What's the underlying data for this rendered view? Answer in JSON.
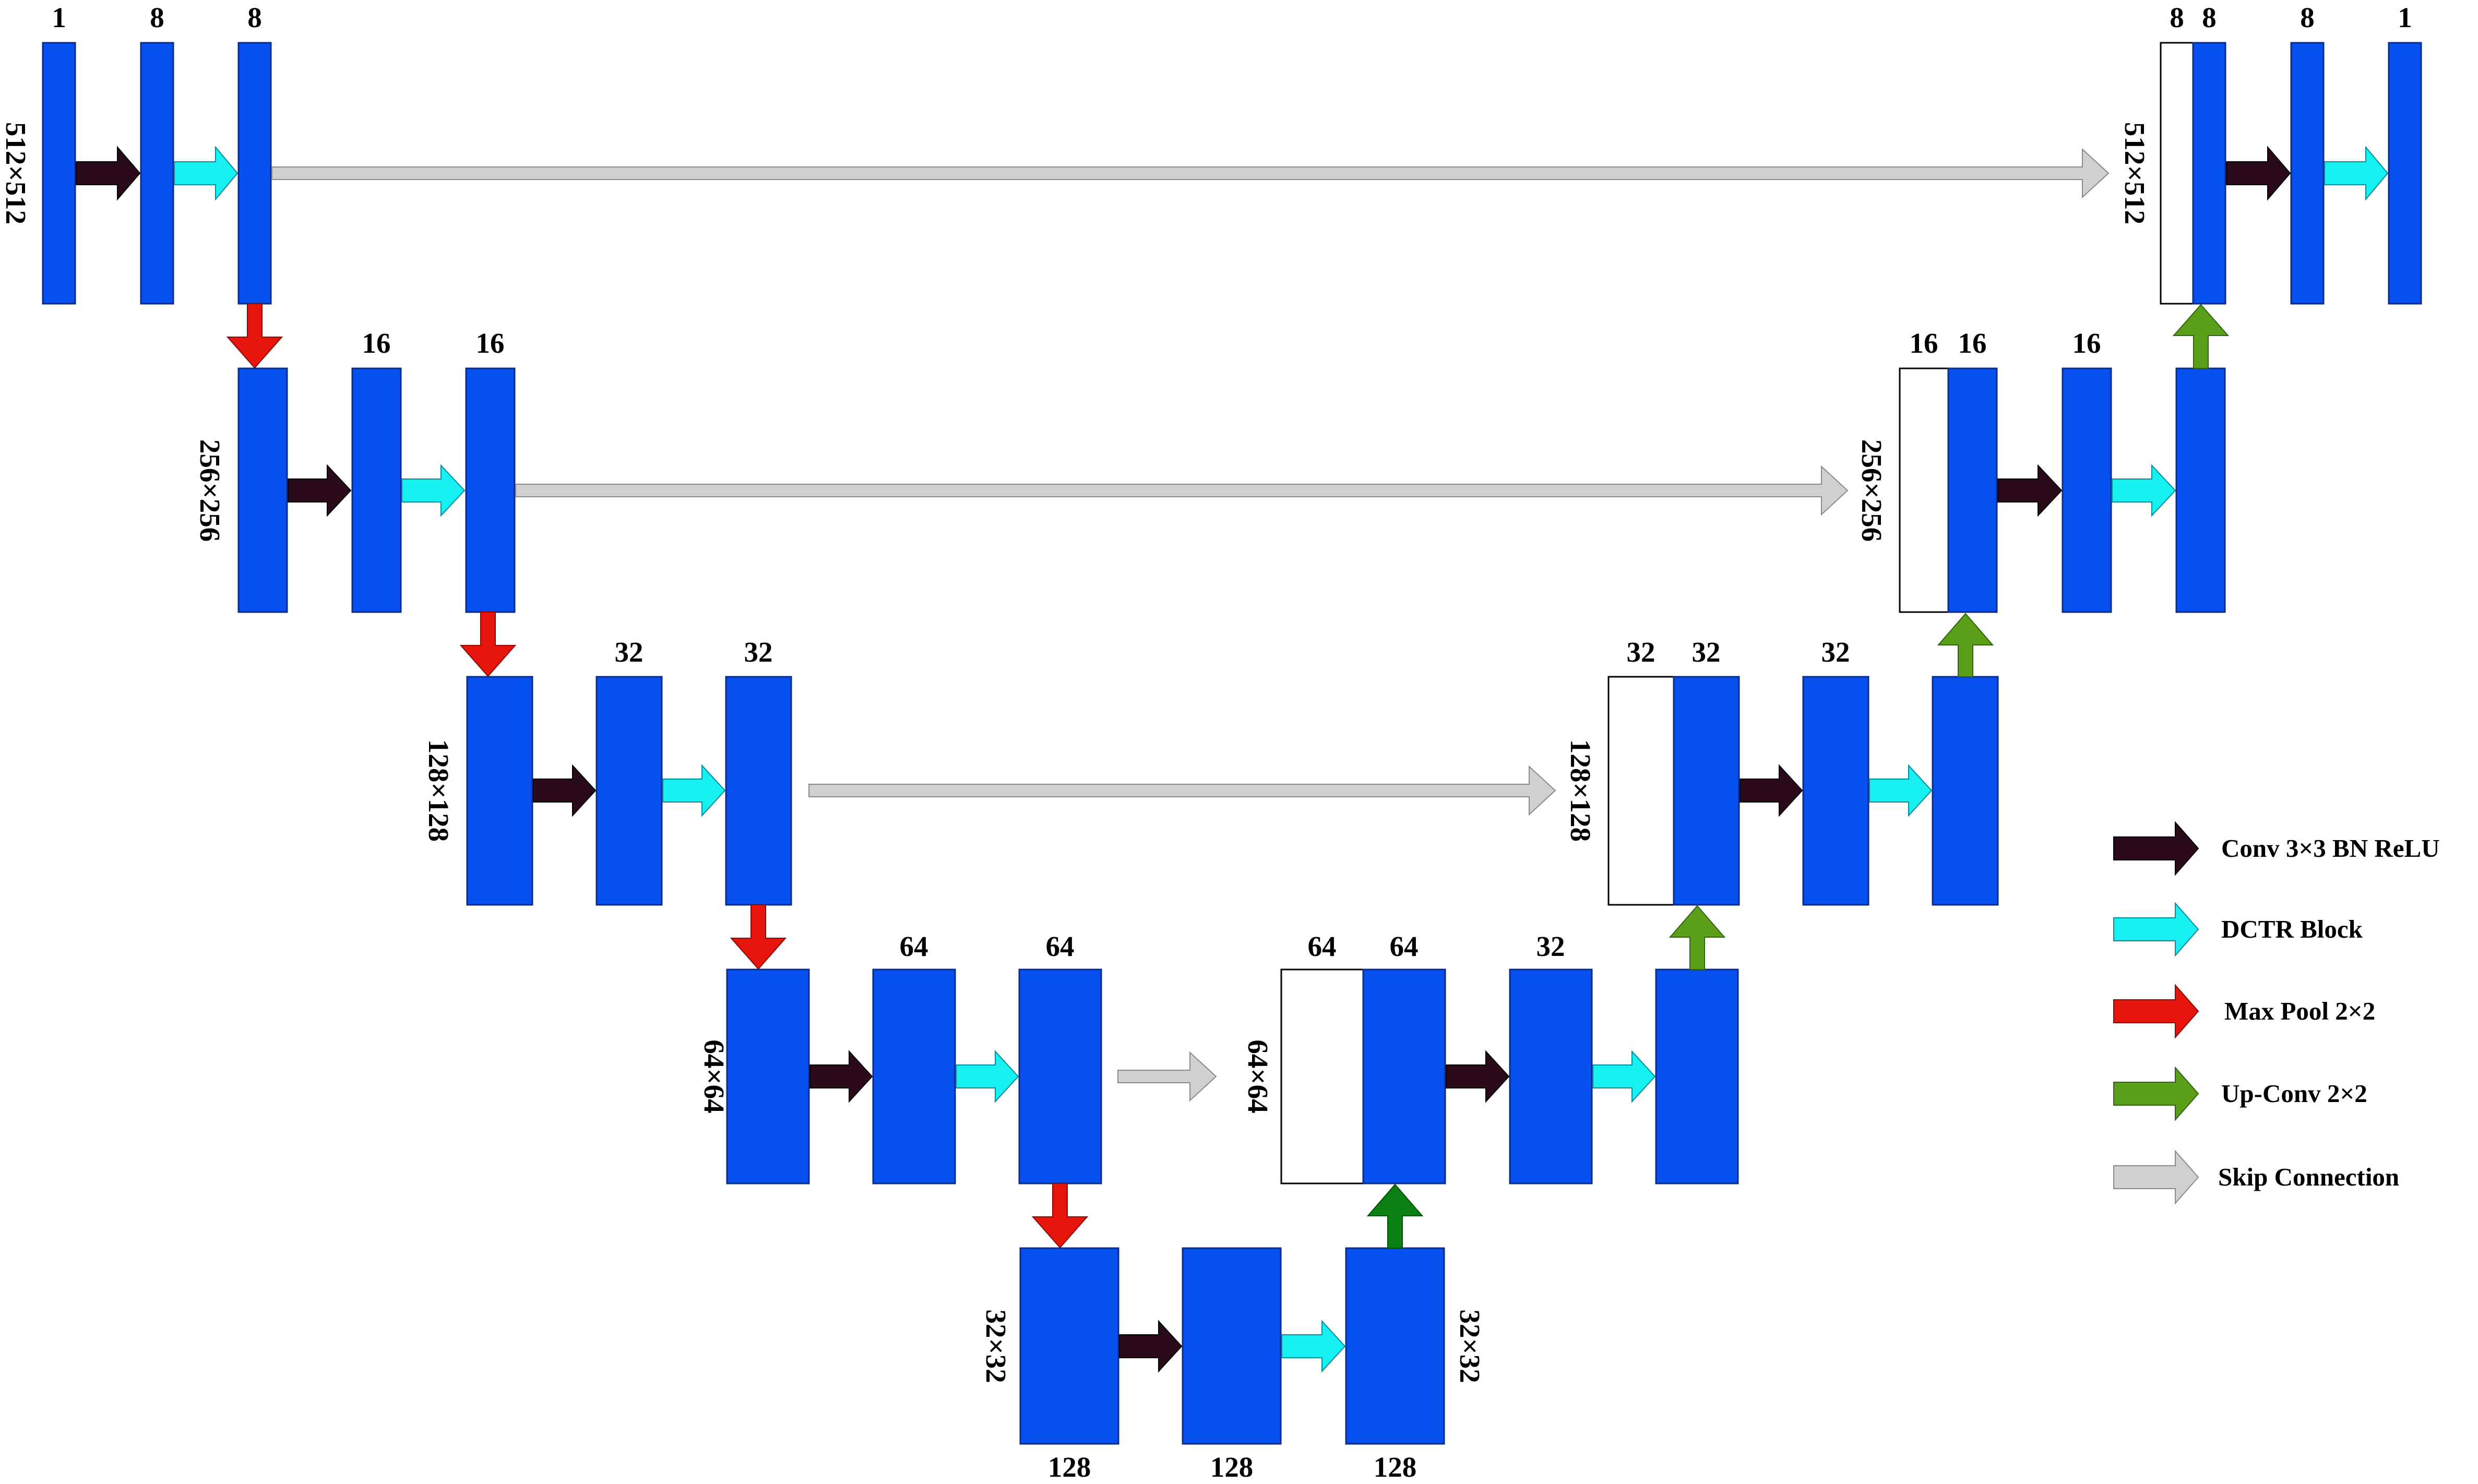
{
  "colors": {
    "feature_map": "#0550ef",
    "feature_map_stroke": "#0b2c8a",
    "concat_map": "#ffffff",
    "conv": "#2b0a1c",
    "dctr": "#17f0f0",
    "maxpool": "#e8150c",
    "upconv": "#5a9e1a",
    "upconv_bottom": "#0b8012",
    "skip": "#d0d0d0",
    "skip_stroke": "#8a8a8a"
  },
  "channel_labels": {
    "enc1": [
      "1",
      "8",
      "8"
    ],
    "enc2": [
      "16",
      "16"
    ],
    "enc3": [
      "32",
      "32"
    ],
    "enc4": [
      "64",
      "64"
    ],
    "bottleneck": [
      "128",
      "128",
      "128"
    ],
    "dec4": [
      "64",
      "64",
      "32"
    ],
    "dec3": [
      "32",
      "32",
      "32"
    ],
    "dec2": [
      "16",
      "16",
      "16"
    ],
    "dec1": [
      "8",
      "8",
      "8",
      "1"
    ]
  },
  "resolution_labels": {
    "l1": "512×512",
    "l2": "256×256",
    "l3": "128×128",
    "l4": "64×64",
    "l5": "32×32"
  },
  "legend": {
    "conv": "Conv 3×3 BN ReLU",
    "dctr": "DCTR Block",
    "maxpool": "Max Pool 2×2",
    "upconv": "Up-Conv 2×2",
    "skip": "Skip Connection"
  }
}
